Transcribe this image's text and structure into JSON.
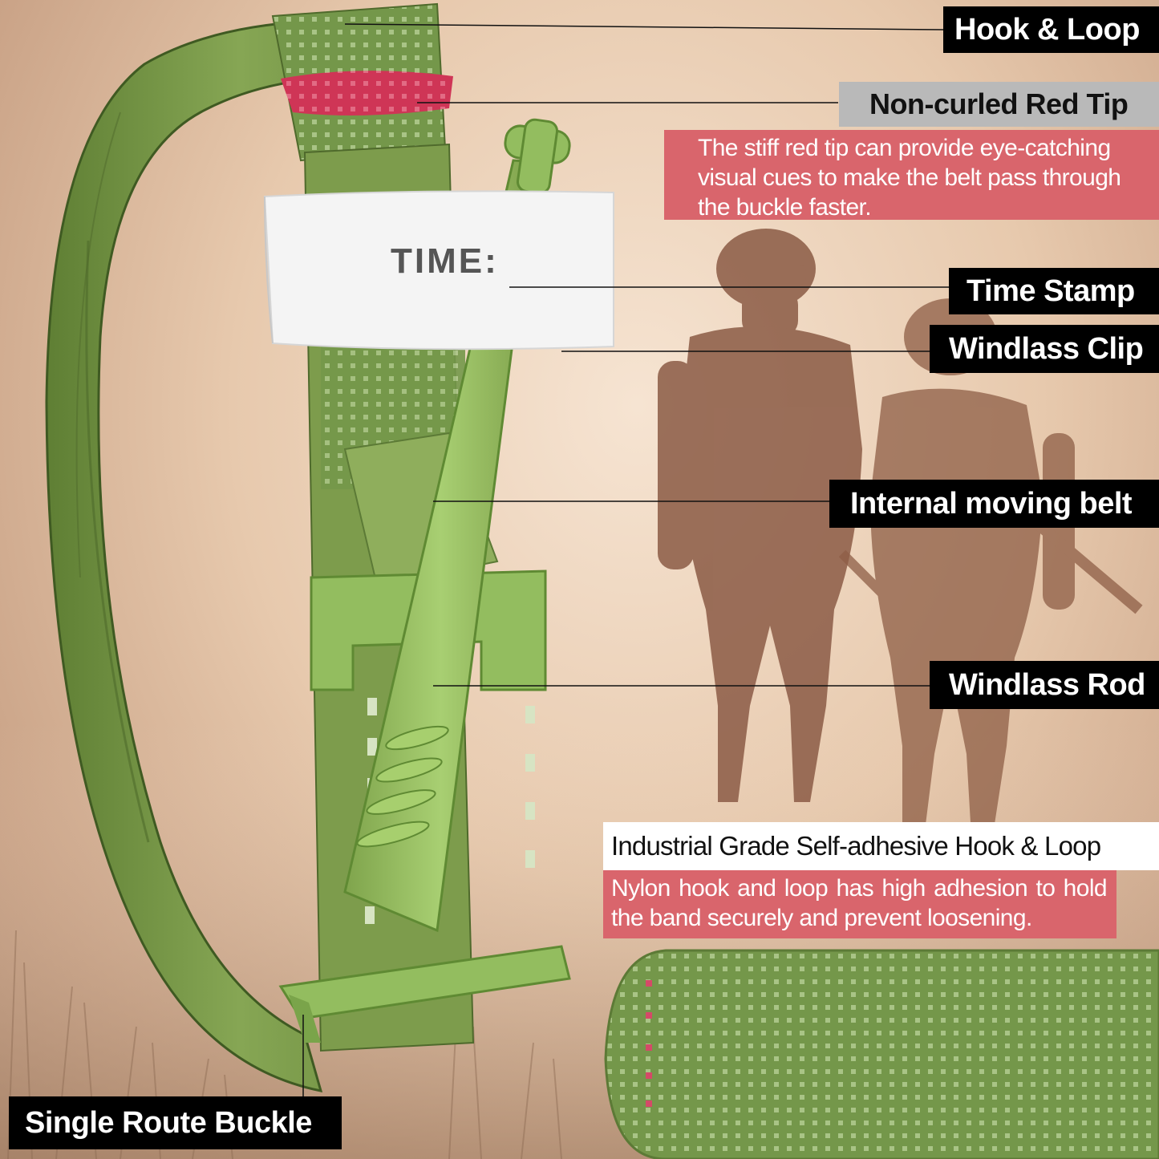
{
  "labels": {
    "hook_loop": "Hook & Loop",
    "red_tip_title": "Non-curled Red Tip",
    "red_tip_desc": "The stiff red tip can provide eye-catching visual cues to make the belt pass through the buckle faster.",
    "time_stamp": "Time Stamp",
    "windlass_clip": "Windlass Clip",
    "internal_belt": "Internal moving belt",
    "windlass_rod": "Windlass Rod",
    "industrial_title": "Industrial Grade Self-adhesive Hook & Loop",
    "industrial_desc": "Nylon hook and loop has high adhesion to hold the band securely and prevent loosening.",
    "single_route": "Single Route Buckle",
    "time_tag": "TIME:"
  },
  "colors": {
    "label_bg": "#000000",
    "accent_red": "#d9656c",
    "band_green": "#7a9a48",
    "band_dark": "#4f6a2c",
    "rod_green": "#9ec46a",
    "tip_red": "#c8344e",
    "silhouette": "#8a5a45"
  },
  "icons": [
    "tourniquet-illustration",
    "soldier-silhouette",
    "hook-loop-strip"
  ]
}
